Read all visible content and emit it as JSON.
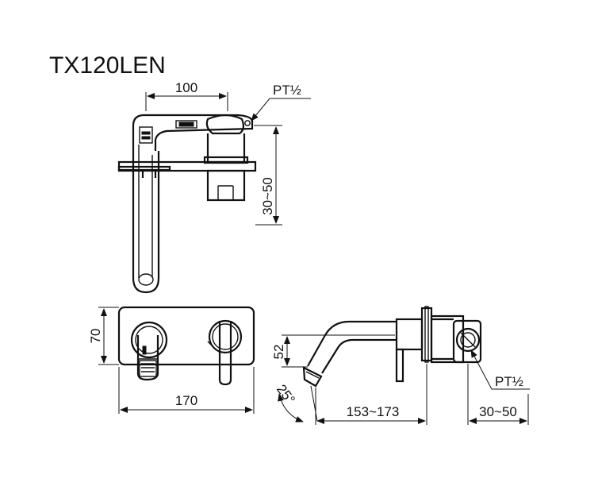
{
  "model": "TX120LEN",
  "dimensions": {
    "top_width": "100",
    "thread_top": "PT½",
    "wall_depth_top": "30~50",
    "plate_height": "70",
    "plate_width": "170",
    "spout_drop": "52",
    "spout_angle": "25°",
    "spout_reach": "153~173",
    "thread_side": "PT½",
    "wall_depth_side": "30~50"
  }
}
